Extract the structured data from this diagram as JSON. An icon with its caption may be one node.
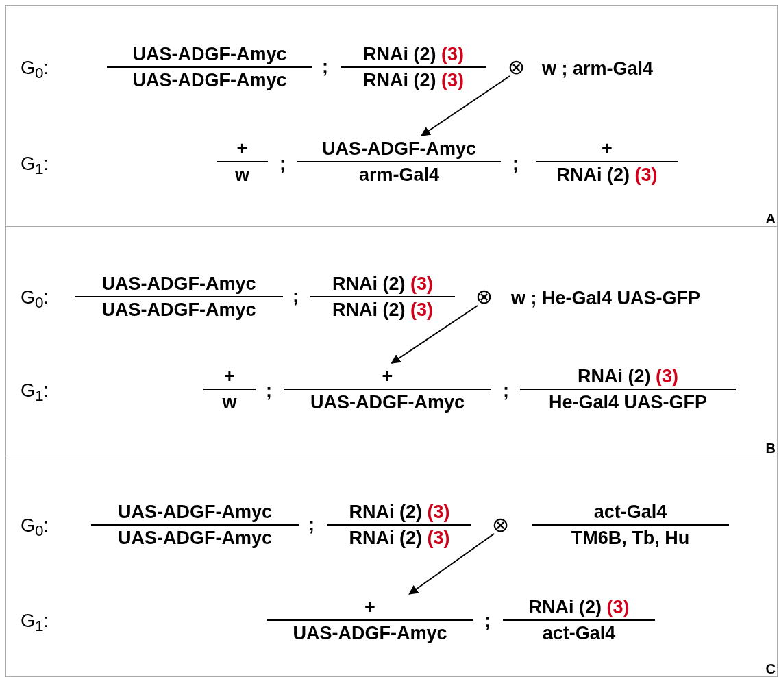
{
  "diagram": {
    "nodes": [
      {
        "text": [
          "A"
        ]
      },
      {
        "text": [
          "UAS-ADGF-Amyc",
          "UAS-ADGF-Amyc"
        ],
        "in": 0
      },
      {
        "text": [
          "RNAi (2) (3)",
          "RNAi (2) (3)"
        ],
        "in": 0
      },
      {
        "text": [
          "⊗"
        ],
        "in": 0
      },
      {
        "text": [
          "w ; arm-Gal4"
        ],
        "in": 0
      },
      {
        "text": [
          "+",
          "w"
        ],
        "in": 0
      },
      {
        "text": [
          "UAS-ADGF-Amyc",
          "arm-Gal4"
        ],
        "in": 0
      },
      {
        "text": [
          "+",
          "RNAi (2) (3)"
        ],
        "in": 0
      },
      {
        "text": [
          "B"
        ]
      },
      {
        "text": [
          "UAS-ADGF-Amyc",
          "UAS-ADGF-Amyc"
        ],
        "in": 8
      },
      {
        "text": [
          "RNAi (2) (3)",
          "RNAi (2) (3)"
        ],
        "in": 8
      },
      {
        "text": [
          "⊗"
        ],
        "in": 8
      },
      {
        "text": [
          "w ; He-Gal4 UAS-GFP"
        ],
        "in": 8
      },
      {
        "text": [
          "+",
          "w"
        ],
        "in": 8
      },
      {
        "text": [
          "+",
          "UAS-ADGF-Amyc"
        ],
        "in": 8
      },
      {
        "text": [
          "RNAi (2) (3)",
          "He-Gal4 UAS-GFP"
        ],
        "in": 8
      },
      {
        "text": [
          "C"
        ]
      },
      {
        "text": [
          "UAS-ADGF-Amyc",
          "UAS-ADGF-Amyc"
        ],
        "in": 16
      },
      {
        "text": [
          "RNAi (2) (3)",
          "RNAi (2) (3)"
        ],
        "in": 16
      },
      {
        "text": [
          "⊗"
        ],
        "in": 16
      },
      {
        "text": [
          "act-Gal4",
          "TM6B, Tb, Hu"
        ],
        "in": 16
      },
      {
        "text": [
          "+",
          "UAS-ADGF-Amyc"
        ],
        "in": 16
      },
      {
        "text": [
          "RNAi (2) (3)",
          "act-Gal4"
        ],
        "in": 16
      }
    ],
    "edges": [
      {
        "from": 3,
        "to": 6,
        "arrow": "to"
      },
      {
        "from": 11,
        "to": 14,
        "arrow": "to"
      },
      {
        "from": 19,
        "to": 21,
        "arrow": "to"
      }
    ],
    "labels": [
      "G$_{0}$:",
      ";",
      "G$_{1}$:",
      ";",
      ";",
      "G$_{0}$:",
      ";",
      "G$_{1}$:",
      ";",
      ";",
      "G$_{0}$:",
      ";",
      "G$_{1}$:",
      ";"
    ]
  }
}
